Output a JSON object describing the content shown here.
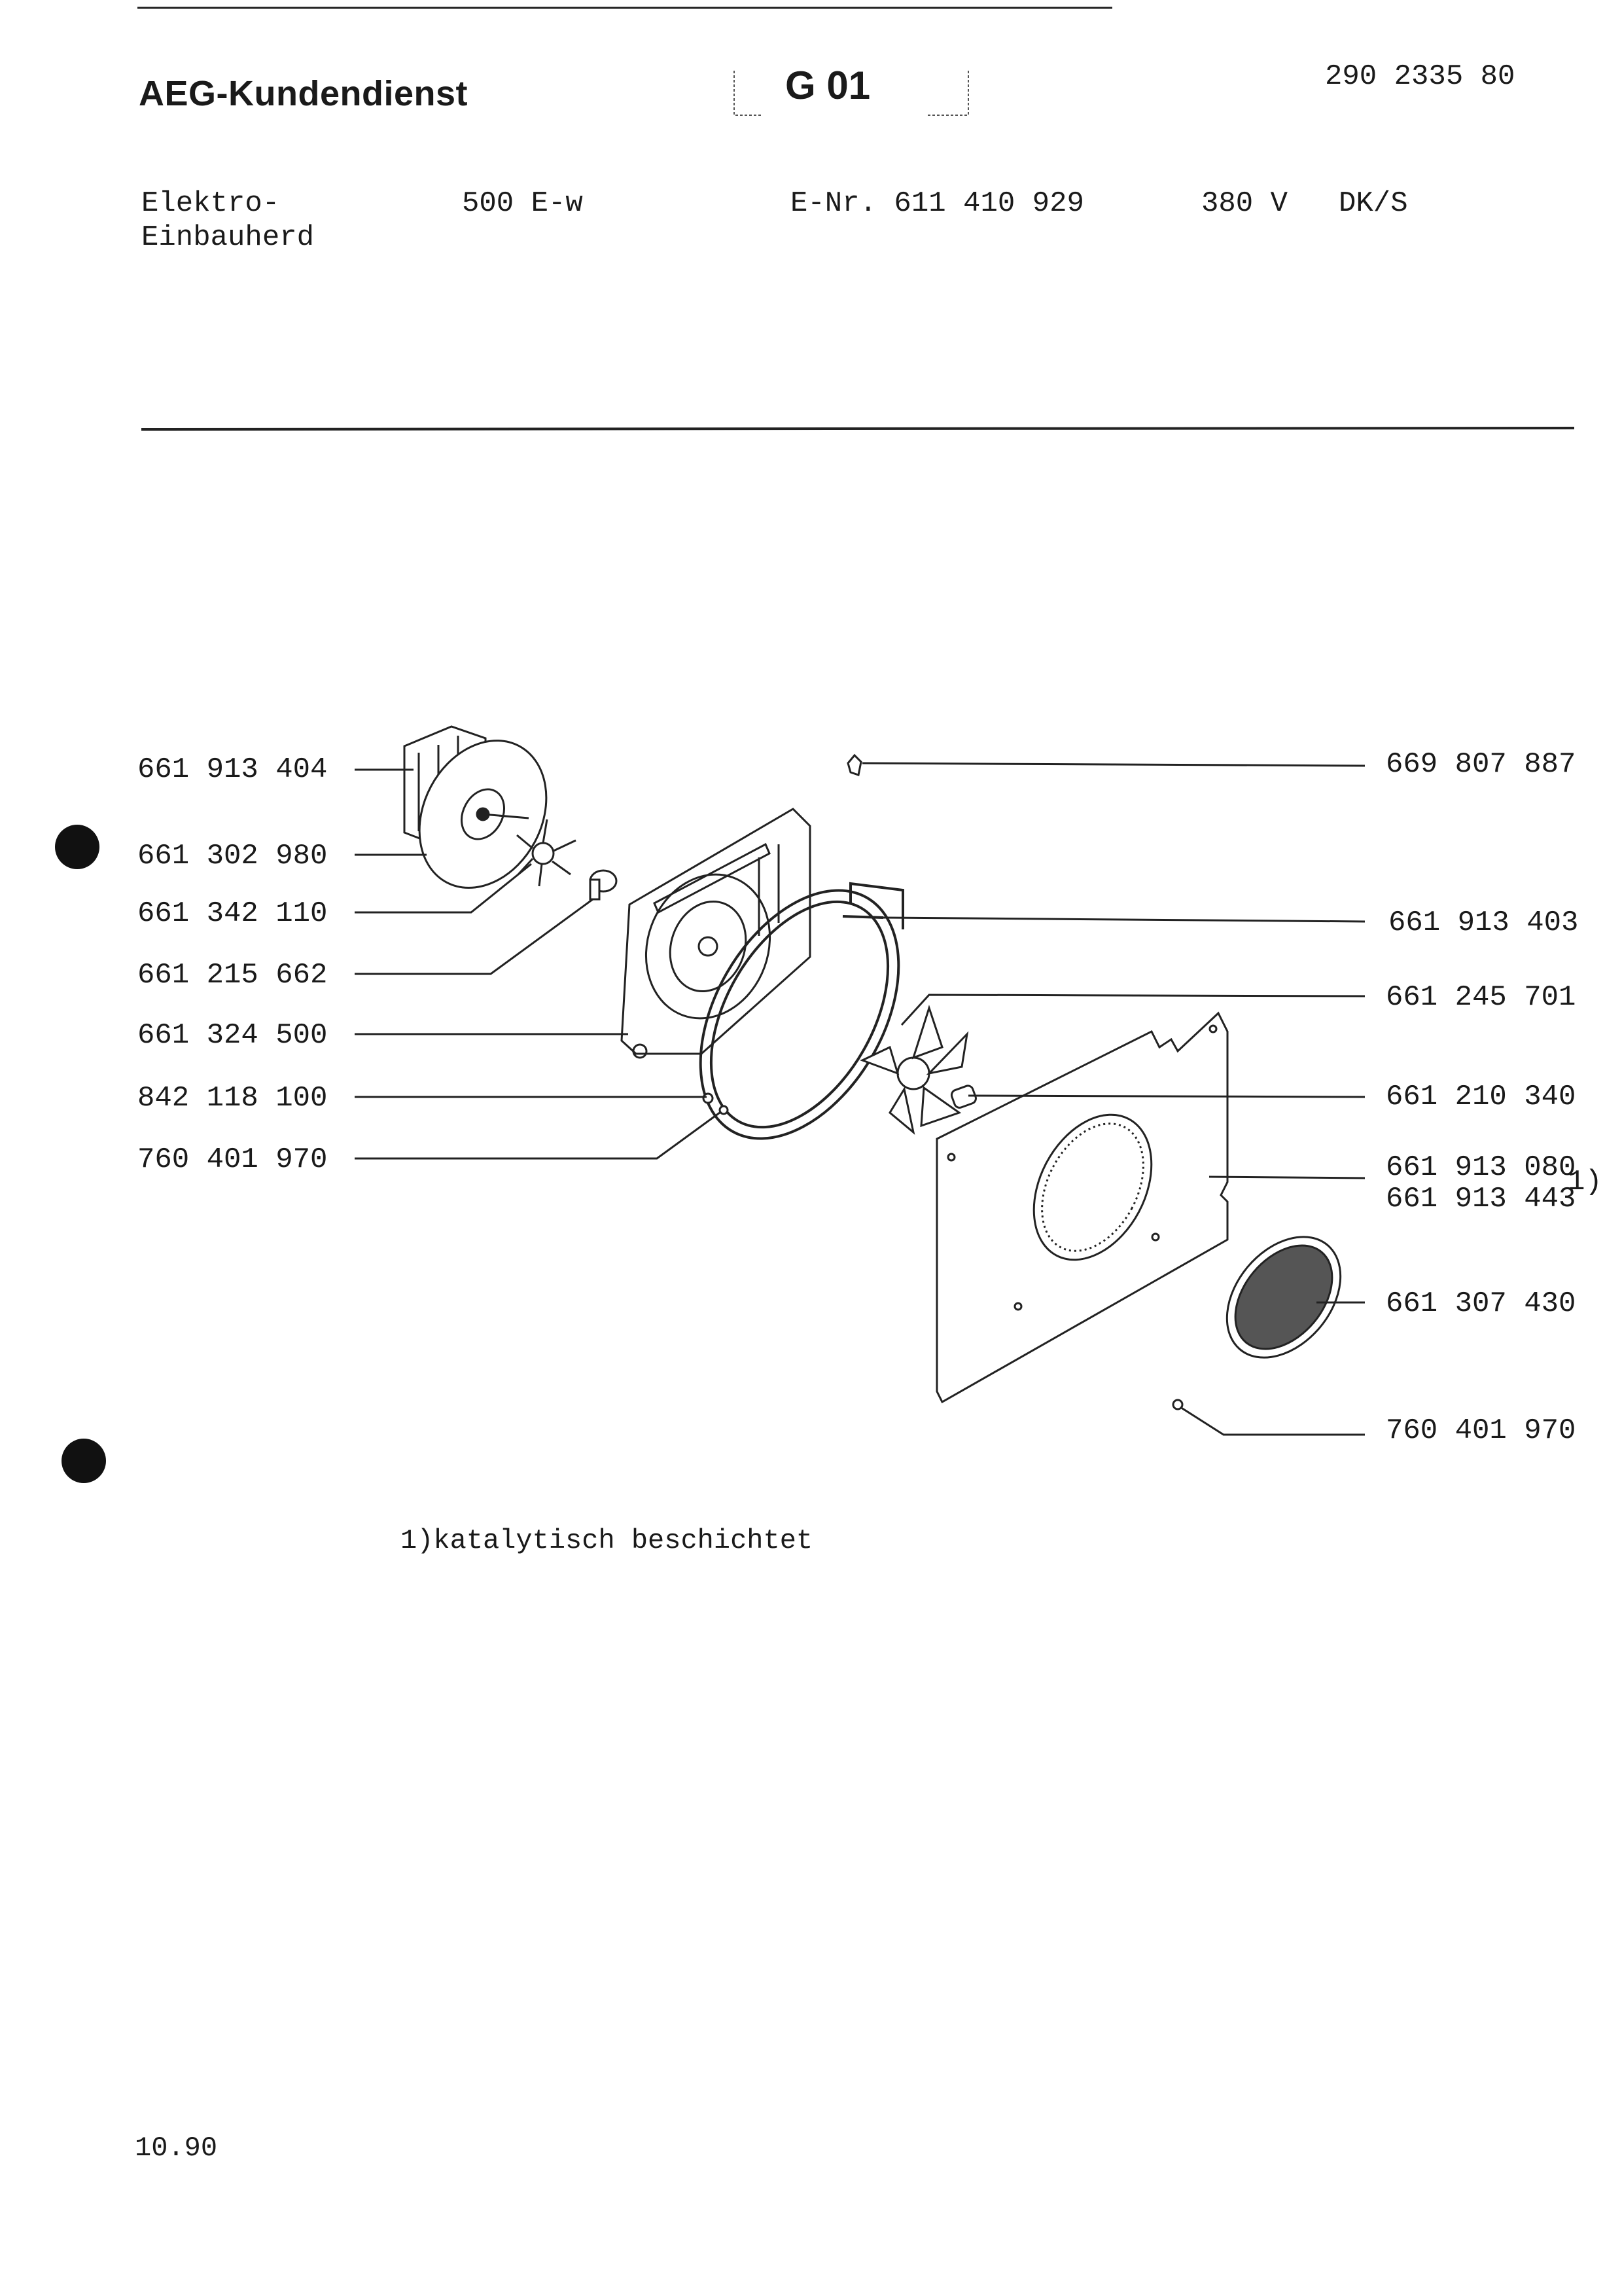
{
  "header": {
    "brand": "AEG-Kundendienst",
    "group_code": "G 01",
    "document_number": "290 2335 80",
    "product_type_line1": "Elektro-",
    "product_type_line2": "Einbauherd",
    "model": "500 E-w",
    "e_number": "E-Nr. 611 410 929",
    "voltage": "380 V",
    "country": "DK/S"
  },
  "parts_left": [
    {
      "number": "661 913 404"
    },
    {
      "number": "661 302 980"
    },
    {
      "number": "661 342 110"
    },
    {
      "number": "661 215 662"
    },
    {
      "number": "661 324 500"
    },
    {
      "number": "842 118 100"
    },
    {
      "number": "760 401 970"
    }
  ],
  "parts_right": [
    {
      "number": "669 807 887"
    },
    {
      "number": "661 913 403"
    },
    {
      "number": "661 245 701"
    },
    {
      "number": "661 210 340"
    },
    {
      "number": "661 913 080"
    },
    {
      "number": "661 913 443"
    },
    {
      "number": "661 307 430"
    },
    {
      "number": "760 401 970"
    }
  ],
  "footnote_marker": "1)",
  "footnote": "1)katalytisch beschichtet",
  "date": "10.90"
}
